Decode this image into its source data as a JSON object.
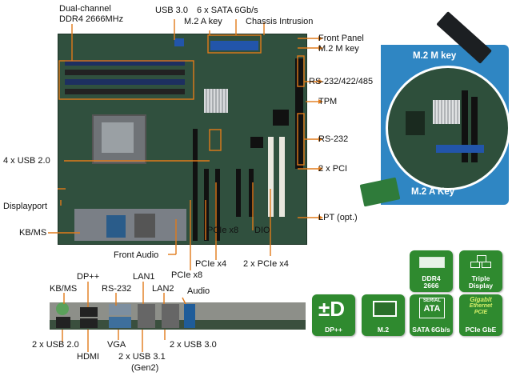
{
  "labels": {
    "dual_channel": "Dual-channel",
    "ddr4_speed": "DDR4 2666MHz",
    "usb30_top": "USB 3.0",
    "sata": "6 x SATA 6Gb/s",
    "m2_a_key": "M.2 A key",
    "chassis_intrusion": "Chassis Intrusion",
    "front_panel": "Front Panel",
    "m2_m_key": "M.2 M key",
    "rs232_422_485": "RS-232/422/485",
    "tpm": "TPM",
    "rs232_right": "RS-232",
    "pci": "2 x PCI",
    "lpt": "LPT (opt.)",
    "usb20_left": "4 x USB 2.0",
    "displayport": "Displayport",
    "kbms_left": "KB/MS",
    "front_audio": "Front Audio",
    "pcie_x8_top": "PCIe x8",
    "pcie_x4": "PCIe x4",
    "pcie_x8_bottom": "PCIe x8",
    "dio": "DIO",
    "pcie_x4_2": "2 x PCIe x4",
    "io_kbms": "KB/MS",
    "io_dp": "DP++",
    "io_rs232": "RS-232",
    "io_lan1": "LAN1",
    "io_lan2": "LAN2",
    "io_audio": "Audio",
    "io_usb20": "2 x USB 2.0",
    "io_hdmi": "HDMI",
    "io_vga": "VGA",
    "io_usb31": "2 x USB 3.1",
    "io_gen2": "(Gen2)",
    "io_usb30": "2 x USB 3.0",
    "inset_m2m": "M.2 M key",
    "inset_m2a": "M.2 A Key"
  },
  "badges": {
    "ddr4_l1": "DDR4",
    "ddr4_l2": "2666",
    "triple_l1": "Triple",
    "triple_l2": "Display",
    "dp_text": "DP++",
    "m2_text": "M.2",
    "sata_top": "SERIAL",
    "sata_mid": "ATA",
    "sata_text": "SATA 6Gb/s",
    "gbe_l1": "Gigabit",
    "gbe_l2": "Ethernet",
    "gbe_l3": "PCIE",
    "gbe_text": "PCIe GbE"
  },
  "colors": {
    "callout": "#e07a1a",
    "pcb": "#2f4a3a",
    "badge_green": "#2f8a2f",
    "inset_blue": "#2f86c3"
  }
}
